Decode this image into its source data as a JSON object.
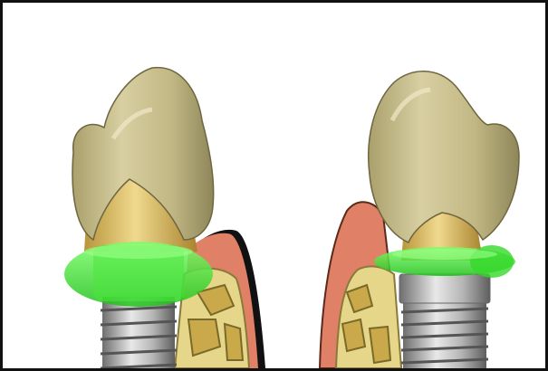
{
  "figure": {
    "subject": "dental-implants-illustration",
    "colors": {
      "background": "#ffffff",
      "frame": "#111111",
      "crown": "#c9bf8e",
      "abutment": "#d9b85a",
      "gingival_cuff": "#3fdc35",
      "implant_metal": "#9a9a9a",
      "bone": "#e6d68a",
      "gum": "#e08066"
    },
    "objects": [
      {
        "name": "left-implant",
        "parts": [
          "crown",
          "abutment",
          "gingival-cuff",
          "implant-screw",
          "bone-section"
        ]
      },
      {
        "name": "right-implant",
        "parts": [
          "crown",
          "abutment",
          "gingival-cuff",
          "implant-collar",
          "implant-screw",
          "bone-section"
        ]
      }
    ]
  }
}
